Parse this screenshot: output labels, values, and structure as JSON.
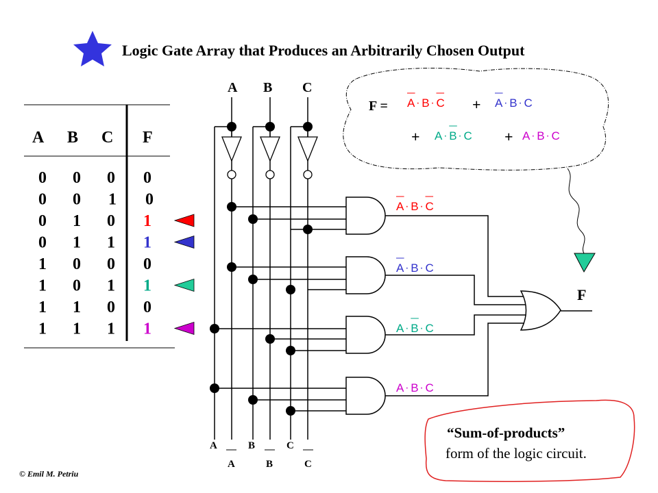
{
  "title": "Logic Gate Array that Produces an Arbitrarily Chosen Output",
  "copyright": "© Emil M. Petriu",
  "truth_table": {
    "headers": [
      "A",
      "B",
      "C",
      "F"
    ],
    "rows": [
      {
        "a": "0",
        "b": "0",
        "c": "0",
        "f": "0",
        "f_color": "#000000",
        "marker": null
      },
      {
        "a": "0",
        "b": "0",
        "c": "1",
        "f": "0",
        "f_color": "#000000",
        "marker": null
      },
      {
        "a": "0",
        "b": "1",
        "c": "0",
        "f": "1",
        "f_color": "#ff0000",
        "marker": "#ff0000"
      },
      {
        "a": "0",
        "b": "1",
        "c": "1",
        "f": "1",
        "f_color": "#3333cc",
        "marker": "#3333cc"
      },
      {
        "a": "1",
        "b": "0",
        "c": "0",
        "f": "0",
        "f_color": "#000000",
        "marker": null
      },
      {
        "a": "1",
        "b": "0",
        "c": "1",
        "f": "1",
        "f_color": "#00aa88",
        "marker": "#22cc99"
      },
      {
        "a": "1",
        "b": "1",
        "c": "0",
        "f": "0",
        "f_color": "#000000",
        "marker": null
      },
      {
        "a": "1",
        "b": "1",
        "c": "1",
        "f": "1",
        "f_color": "#cc00cc",
        "marker": "#cc00cc"
      }
    ]
  },
  "inputs_top": [
    "A",
    "B",
    "C"
  ],
  "inputs_bottom_true": [
    "A",
    "B",
    "C"
  ],
  "inputs_bottom_complement": [
    "A",
    "B",
    "C"
  ],
  "output_label": "F",
  "term_dot": "·",
  "terms": [
    {
      "letters": [
        "A",
        "B",
        "C"
      ],
      "bars": [
        true,
        false,
        true
      ],
      "color": "#ff0000"
    },
    {
      "letters": [
        "A",
        "B",
        "C"
      ],
      "bars": [
        true,
        false,
        false
      ],
      "color": "#3333cc"
    },
    {
      "letters": [
        "A",
        "B",
        "C"
      ],
      "bars": [
        false,
        true,
        false
      ],
      "color": "#00aa88"
    },
    {
      "letters": [
        "A",
        "B",
        "C"
      ],
      "bars": [
        false,
        false,
        false
      ],
      "color": "#cc00cc"
    }
  ],
  "cloud": {
    "f_equals": "F =",
    "plus": "+"
  },
  "note": {
    "line1": "“Sum-of-products”",
    "line2": "form of the logic circuit."
  },
  "colors": {
    "star": "#3333dd",
    "cloud_arrow": "#22cc99",
    "note_border": "#e02020"
  }
}
